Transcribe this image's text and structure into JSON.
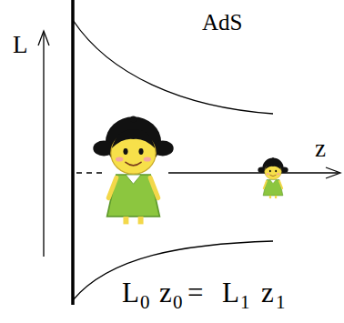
{
  "diagram": {
    "labels": [
      "AdS",
      "L",
      "z",
      "L",
      "0",
      "z",
      "0",
      "=",
      "L",
      "1",
      "z",
      "1"
    ]
  }
}
